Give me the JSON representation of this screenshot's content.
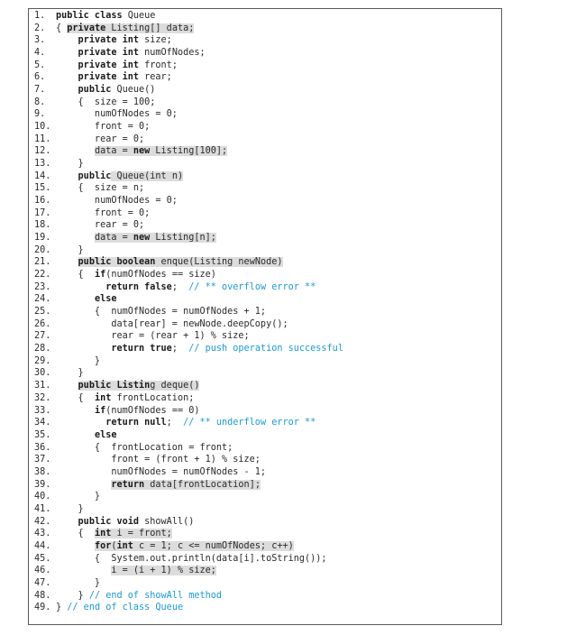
{
  "lines": [
    {
      "n": "1.",
      "segs": [
        {
          "t": "public class",
          "k": "kw"
        },
        {
          "t": " Queue"
        }
      ]
    },
    {
      "n": "2.",
      "segs": [
        {
          "t": "{ "
        },
        {
          "t": "private",
          "k": "kw",
          "h": 1
        },
        {
          "t": " Listing[] data;",
          "h": 1
        }
      ]
    },
    {
      "n": "3.",
      "segs": [
        {
          "t": "    "
        },
        {
          "t": "private int",
          "k": "kw"
        },
        {
          "t": " size;"
        }
      ]
    },
    {
      "n": "4.",
      "segs": [
        {
          "t": "    "
        },
        {
          "t": "private int",
          "k": "kw"
        },
        {
          "t": " numOfNodes;"
        }
      ]
    },
    {
      "n": "5.",
      "segs": [
        {
          "t": "    "
        },
        {
          "t": "private int",
          "k": "kw"
        },
        {
          "t": " front;"
        }
      ]
    },
    {
      "n": "6.",
      "segs": [
        {
          "t": "    "
        },
        {
          "t": "private int",
          "k": "kw"
        },
        {
          "t": " rear;"
        }
      ]
    },
    {
      "n": "7.",
      "segs": [
        {
          "t": "    "
        },
        {
          "t": "public",
          "k": "kw"
        },
        {
          "t": " Queue()"
        }
      ]
    },
    {
      "n": "8.",
      "segs": [
        {
          "t": "    {  size = 100;"
        }
      ]
    },
    {
      "n": "9.",
      "segs": [
        {
          "t": "       numOfNodes = 0;"
        }
      ]
    },
    {
      "n": "10.",
      "segs": [
        {
          "t": "       front = 0;"
        }
      ]
    },
    {
      "n": "11.",
      "segs": [
        {
          "t": "       rear = 0;"
        }
      ]
    },
    {
      "n": "12.",
      "segs": [
        {
          "t": "       "
        },
        {
          "t": "data = ",
          "h": 1
        },
        {
          "t": "new",
          "k": "kw",
          "h": 1
        },
        {
          "t": " Listing[100];",
          "h": 1
        }
      ]
    },
    {
      "n": "13.",
      "segs": [
        {
          "t": "    }"
        }
      ]
    },
    {
      "n": "14.",
      "segs": [
        {
          "t": "    "
        },
        {
          "t": "public",
          "k": "kw"
        },
        {
          "t": " Queue(int n)",
          "h": 1
        }
      ]
    },
    {
      "n": "15.",
      "segs": [
        {
          "t": "    {  size = n;"
        }
      ]
    },
    {
      "n": "16.",
      "segs": [
        {
          "t": "       numOfNodes = 0;"
        }
      ]
    },
    {
      "n": "17.",
      "segs": [
        {
          "t": "       front = 0;"
        }
      ]
    },
    {
      "n": "18.",
      "segs": [
        {
          "t": "       rear = 0;"
        }
      ]
    },
    {
      "n": "19.",
      "segs": [
        {
          "t": "       "
        },
        {
          "t": "data = ",
          "h": 1
        },
        {
          "t": "new",
          "k": "kw",
          "h": 1
        },
        {
          "t": " Listing[n];",
          "h": 1
        }
      ]
    },
    {
      "n": "20.",
      "segs": [
        {
          "t": "    }"
        }
      ]
    },
    {
      "n": "21.",
      "segs": [
        {
          "t": "    "
        },
        {
          "t": "public boolean",
          "k": "kw",
          "h": 1
        },
        {
          "t": " enque(Listing newNode)",
          "h": 1
        }
      ]
    },
    {
      "n": "22.",
      "segs": [
        {
          "t": "    {  "
        },
        {
          "t": "if",
          "k": "kw"
        },
        {
          "t": "(numOfNodes == size)"
        }
      ]
    },
    {
      "n": "23.",
      "segs": [
        {
          "t": "         "
        },
        {
          "t": "return false",
          "k": "kw"
        },
        {
          "t": ";  "
        },
        {
          "t": "// ** overflow error **",
          "k": "cm"
        }
      ]
    },
    {
      "n": "24.",
      "segs": [
        {
          "t": "       "
        },
        {
          "t": "else",
          "k": "kw"
        }
      ]
    },
    {
      "n": "25.",
      "segs": [
        {
          "t": "       {  numOfNodes = numOfNodes + 1;"
        }
      ]
    },
    {
      "n": "26.",
      "segs": [
        {
          "t": "          data[rear] = newNode.deepCopy();"
        }
      ]
    },
    {
      "n": "27.",
      "segs": [
        {
          "t": "          rear = (rear + 1) % size;"
        }
      ]
    },
    {
      "n": "28.",
      "segs": [
        {
          "t": "          "
        },
        {
          "t": "return true",
          "k": "kw"
        },
        {
          "t": ";  "
        },
        {
          "t": "// push operation successful",
          "k": "cm"
        }
      ]
    },
    {
      "n": "29.",
      "segs": [
        {
          "t": "       }"
        }
      ]
    },
    {
      "n": "30.",
      "segs": [
        {
          "t": "    }"
        }
      ]
    },
    {
      "n": "31.",
      "segs": [
        {
          "t": "    "
        },
        {
          "t": "public Listin",
          "k": "kw",
          "h": 1
        },
        {
          "t": "g deque()",
          "h": 1
        }
      ]
    },
    {
      "n": "32.",
      "segs": [
        {
          "t": "    {  "
        },
        {
          "t": "int",
          "k": "kw"
        },
        {
          "t": " frontLocation;"
        }
      ]
    },
    {
      "n": "33.",
      "segs": [
        {
          "t": "       "
        },
        {
          "t": "if",
          "k": "kw"
        },
        {
          "t": "(numOfNodes == 0)"
        }
      ]
    },
    {
      "n": "34.",
      "segs": [
        {
          "t": "         "
        },
        {
          "t": "return null",
          "k": "kw"
        },
        {
          "t": ";  "
        },
        {
          "t": "// ** underflow error **",
          "k": "cm"
        }
      ]
    },
    {
      "n": "35.",
      "segs": [
        {
          "t": "       "
        },
        {
          "t": "else",
          "k": "kw"
        }
      ]
    },
    {
      "n": "36.",
      "segs": [
        {
          "t": "       {  frontLocation = front;"
        }
      ]
    },
    {
      "n": "37.",
      "segs": [
        {
          "t": "          front = (front + 1) % size;"
        }
      ]
    },
    {
      "n": "38.",
      "segs": [
        {
          "t": "          numOfNodes = numOfNodes - 1;"
        }
      ]
    },
    {
      "n": "39.",
      "segs": [
        {
          "t": "          "
        },
        {
          "t": "return",
          "k": "kw",
          "h": 1
        },
        {
          "t": " data[frontLocation];",
          "h": 1
        }
      ]
    },
    {
      "n": "40.",
      "segs": [
        {
          "t": "       }"
        }
      ]
    },
    {
      "n": "41.",
      "segs": [
        {
          "t": "    }"
        }
      ]
    },
    {
      "n": "42.",
      "segs": [
        {
          "t": "    "
        },
        {
          "t": "public void",
          "k": "kw"
        },
        {
          "t": " showAll()"
        }
      ]
    },
    {
      "n": "43.",
      "segs": [
        {
          "t": "    {  "
        },
        {
          "t": "int",
          "k": "kw",
          "h": 1
        },
        {
          "t": " i = front;",
          "h": 1
        }
      ]
    },
    {
      "n": "44.",
      "segs": [
        {
          "t": "       "
        },
        {
          "t": "for",
          "k": "kw",
          "h": 1
        },
        {
          "t": "(",
          "h": 1
        },
        {
          "t": "int",
          "k": "kw",
          "h": 1
        },
        {
          "t": " c = 1; c <= numOfNodes; c++)",
          "h": 1
        }
      ]
    },
    {
      "n": "45.",
      "segs": [
        {
          "t": "       {  System.out.println(data[i].toString());"
        }
      ]
    },
    {
      "n": "46.",
      "segs": [
        {
          "t": "          "
        },
        {
          "t": "i = (i + 1) % size;",
          "h": 1
        }
      ]
    },
    {
      "n": "47.",
      "segs": [
        {
          "t": "       }"
        }
      ]
    },
    {
      "n": "48.",
      "segs": [
        {
          "t": "    } "
        },
        {
          "t": "// end of showAll method",
          "k": "cm"
        }
      ]
    },
    {
      "n": "49.",
      "segs": [
        {
          "t": "} "
        },
        {
          "t": "// end of class Queue",
          "k": "cm"
        }
      ]
    }
  ]
}
